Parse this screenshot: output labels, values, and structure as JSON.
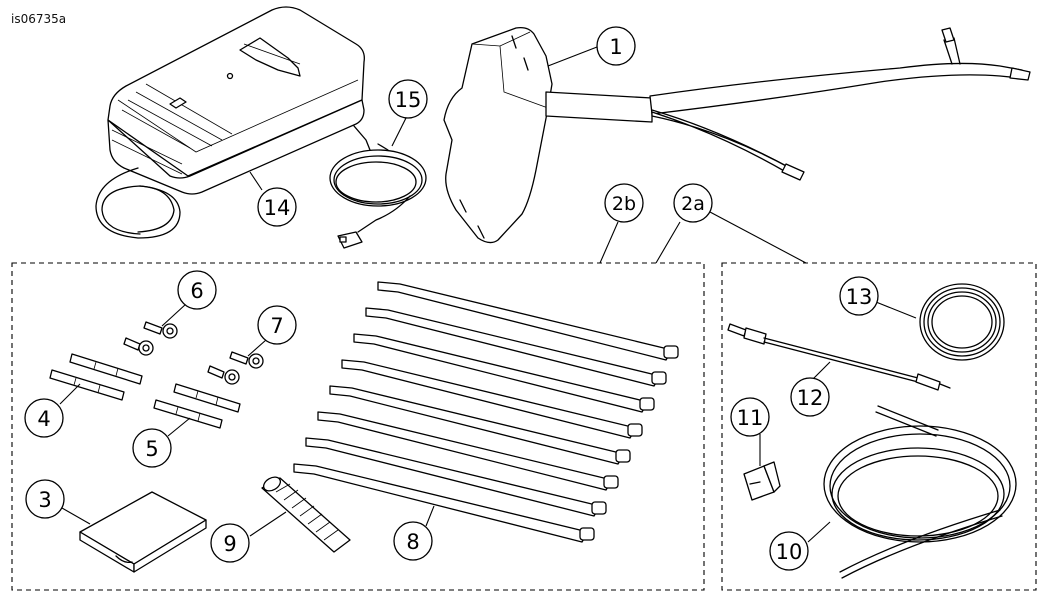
{
  "figure": {
    "id": "is06735a",
    "callouts": {
      "c1": "1",
      "c2a": "2a",
      "c2b": "2b",
      "c3": "3",
      "c4": "4",
      "c5": "5",
      "c6": "6",
      "c7": "7",
      "c8": "8",
      "c9": "9",
      "c10": "10",
      "c11": "11",
      "c12": "12",
      "c13": "13",
      "c14": "14",
      "c15": "15"
    }
  }
}
